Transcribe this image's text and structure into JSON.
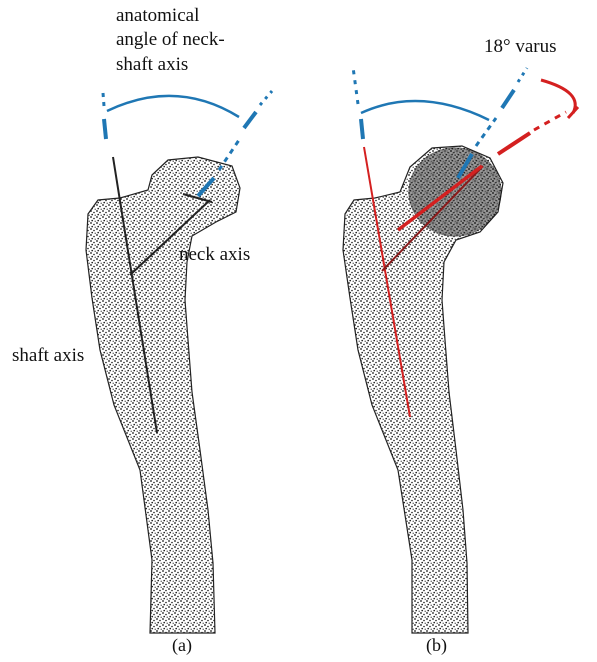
{
  "panels": [
    {
      "caption": "(a)",
      "labels": {
        "angle_label_line1": "anatomical",
        "angle_label_line2": "angle of neck-",
        "angle_label_line3": "shaft axis",
        "neck_axis": "neck axis",
        "shaft_axis": "shaft axis"
      }
    },
    {
      "caption": "(b)",
      "labels": {
        "varus": "18° varus"
      }
    }
  ],
  "colors": {
    "bone_points": "#1a1a1a",
    "axis_black": "#222222",
    "axis_red": "#d42020",
    "angle_blue": "#1f77b4",
    "text": "#111111"
  },
  "varus_degrees": 18
}
